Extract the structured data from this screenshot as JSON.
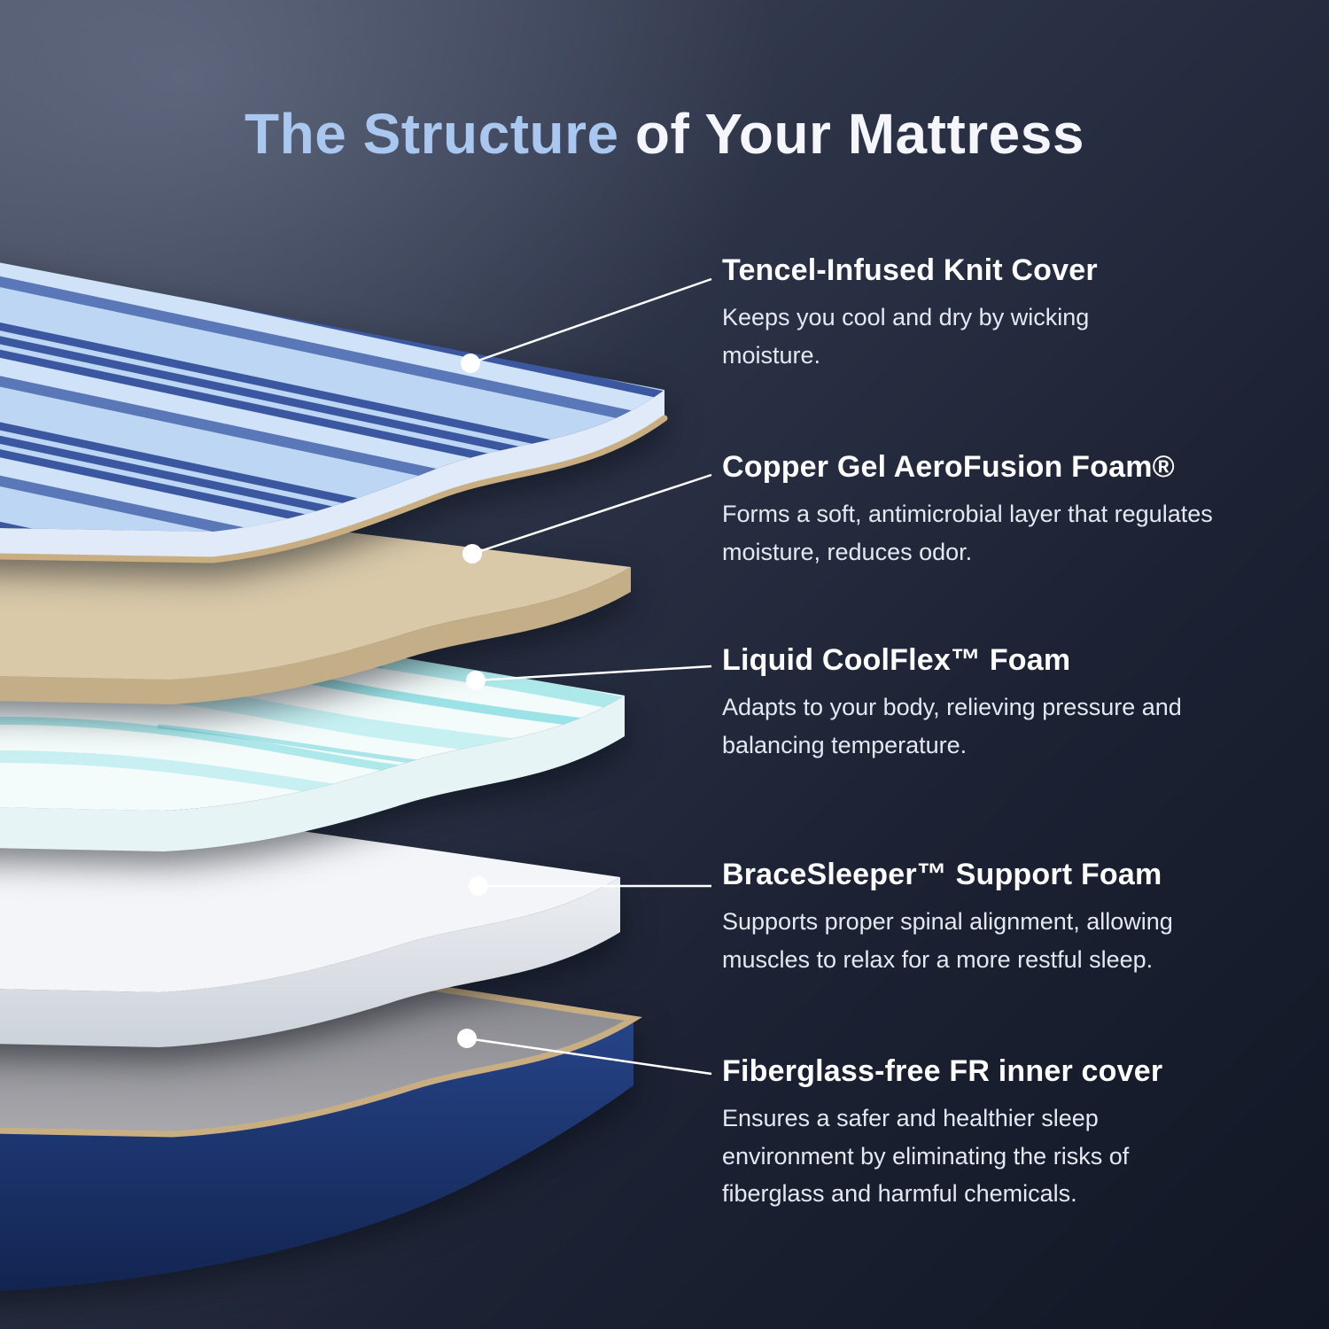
{
  "title": {
    "accent": "The Structure",
    "rest": " of Your Mattress"
  },
  "layers": [
    {
      "title": "Tencel-Infused Knit Cover",
      "description": "Keeps you cool and dry by wicking moisture."
    },
    {
      "title": "Copper Gel AeroFusion Foam®",
      "description": "Forms a soft, antimicrobial layer that regulates moisture, reduces odor."
    },
    {
      "title": "Liquid CoolFlex™ Foam",
      "description": "Adapts to your body, relieving pressure and balancing temperature."
    },
    {
      "title": "BraceSleeper™ Support Foam",
      "description": "Supports proper spinal alignment, allowing muscles to relax for a more restful sleep."
    },
    {
      "title": "Fiberglass-free FR inner cover",
      "description": "Ensures a safer and healthier sleep environment by eliminating the risks of fiberglass and harmful chemicals."
    }
  ],
  "colors": {
    "title_accent": "#a9c7ef",
    "title_rest": "#f4f6fb",
    "background_top": "#4b5266",
    "background_bottom": "#121725",
    "stripe_light": "#bdd6f3",
    "stripe_dark": "#3a57a0",
    "foam_tan": "#d9c9a9",
    "gel_teal": "#7fd9de",
    "support_white": "#f3f5f8",
    "base_navy": "#1d3672",
    "piping_gold": "#c9ae82",
    "callout": "#ffffff"
  }
}
